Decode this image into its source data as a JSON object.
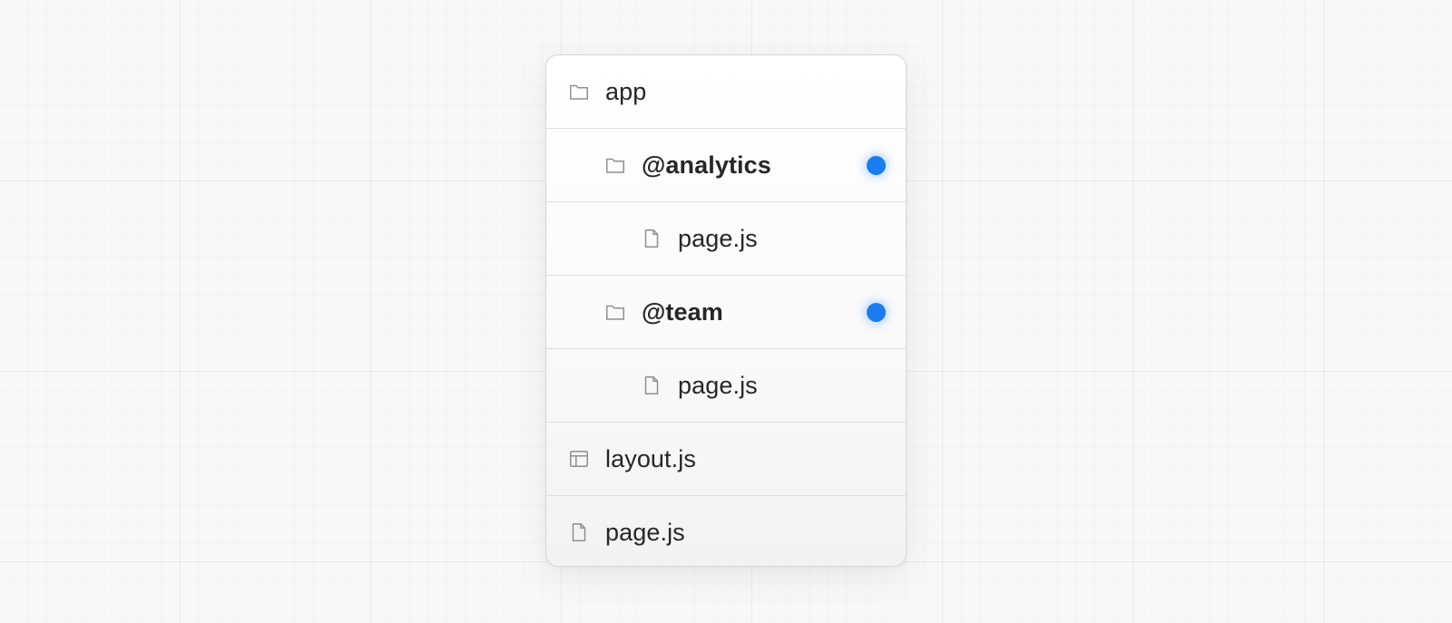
{
  "file_tree": {
    "items": [
      {
        "label": "app",
        "icon": "folder-icon",
        "depth": 0,
        "bold": false,
        "marked": false
      },
      {
        "label": "@analytics",
        "icon": "folder-icon",
        "depth": 1,
        "bold": true,
        "marked": true
      },
      {
        "label": "page.js",
        "icon": "file-icon",
        "depth": 2,
        "bold": false,
        "marked": false
      },
      {
        "label": "@team",
        "icon": "folder-icon",
        "depth": 1,
        "bold": true,
        "marked": true
      },
      {
        "label": "page.js",
        "icon": "file-icon",
        "depth": 2,
        "bold": false,
        "marked": false
      },
      {
        "label": "layout.js",
        "icon": "layout-icon",
        "depth": 0,
        "bold": false,
        "marked": false
      },
      {
        "label": "page.js",
        "icon": "file-icon",
        "depth": 0,
        "bold": false,
        "marked": false
      }
    ]
  },
  "colors": {
    "marker": "#1a7cf0",
    "icon_stroke": "#8f8f8f",
    "text": "#262626"
  }
}
